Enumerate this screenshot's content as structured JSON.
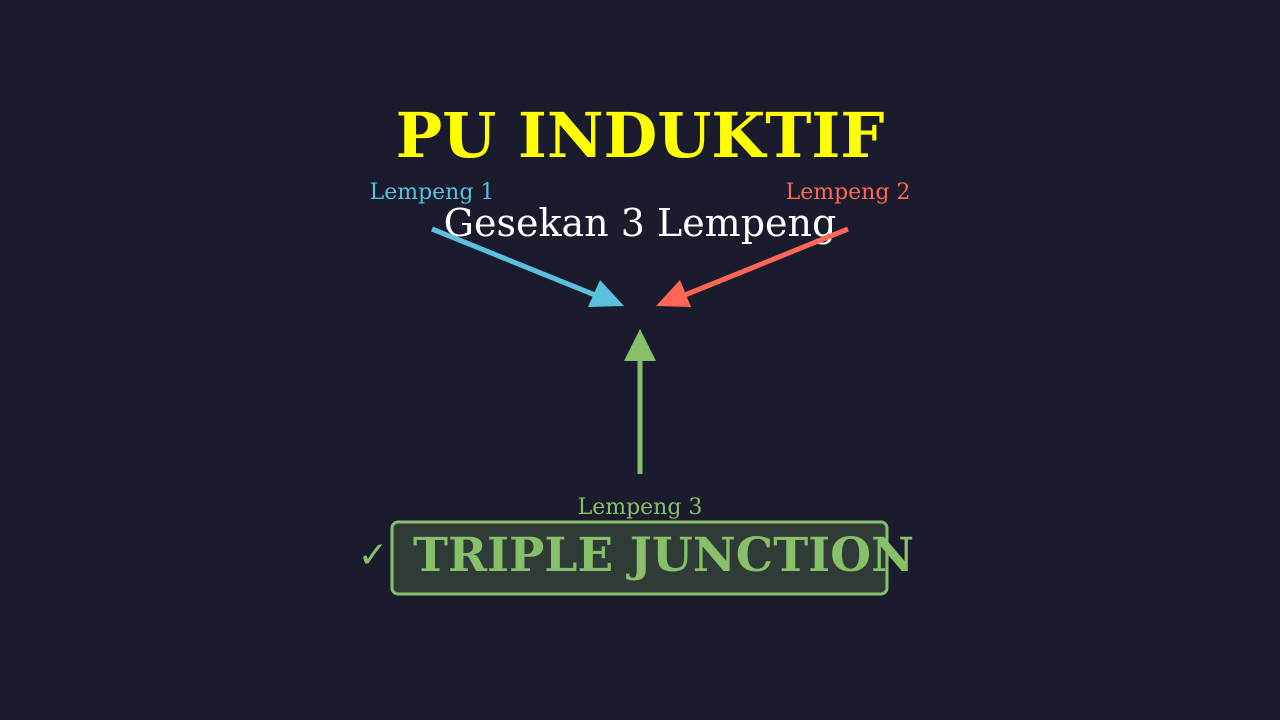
{
  "title": "PU INDUKTIF",
  "subtitle": "Gesekan 3 Lempeng",
  "plates": [
    {
      "label": "Lempeng 1",
      "color": "#5bc0de"
    },
    {
      "label": "Lempeng 2",
      "color": "#ff6655"
    },
    {
      "label": "Lempeng 3",
      "color": "#88c06a"
    }
  ],
  "result": {
    "check_mark": "✓",
    "label": "TRIPLE JUNCTION",
    "color": "#88c06a",
    "box_fill": "#2f3b37"
  },
  "colors": {
    "background": "#1b1b2e",
    "title": "#ffff00",
    "subtitle": "#ffffff"
  }
}
